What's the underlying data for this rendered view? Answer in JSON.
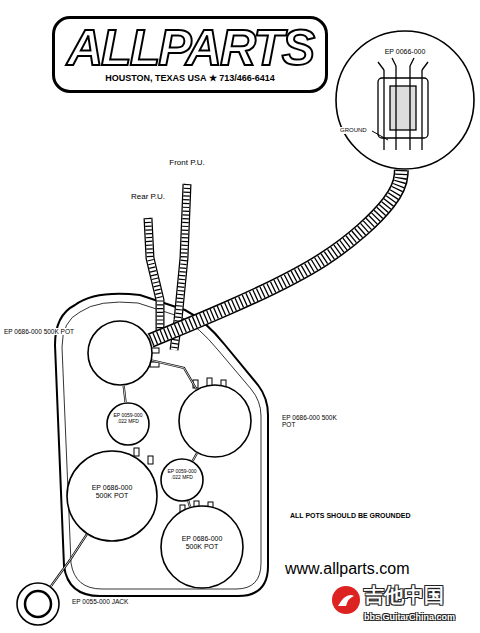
{
  "diagram": {
    "nodes": [
      {
        "text": [
          "ALLPARTS",
          "HOUSTON, TEXAS USA ★ 713/466-6414"
        ]
      },
      {
        "text": [
          "EP 0066-000"
        ]
      },
      {
        "text": [
          "EP 0686-000 500K POT"
        ]
      },
      {
        "text": [
          "EP 0059-000 .022 MFD"
        ]
      },
      {
        "text": [
          "EP 0686-000 500K POT"
        ]
      },
      {
        "text": [
          "EP 0059-000 .022 MFD"
        ]
      },
      {
        "text": [
          "EP 0686-000 500K POT"
        ]
      },
      {
        "text": [
          "EP 0686-000 500K POT"
        ]
      },
      {
        "text": [
          "EP 0055-000 JACK"
        ]
      }
    ],
    "edges": [
      {
        "from": 1,
        "to": 2,
        "arrow": "none"
      },
      {
        "from": 2,
        "to": 3,
        "arrow": "none"
      },
      {
        "from": 4,
        "to": 5,
        "arrow": "none"
      },
      {
        "from": 8,
        "to": 6,
        "arrow": "none"
      },
      {
        "from": 2,
        "to": 4,
        "arrow": "none"
      },
      {
        "from": 5,
        "to": 7,
        "arrow": "none"
      }
    ],
    "labels": [
      "Front P.U.",
      "Rear P.U.",
      "GROUND",
      "ALL POTS SHOULD BE GROUNDED",
      "www.allparts.com",
      "吉他中国",
      "bbs.GuitarChina.com"
    ]
  }
}
